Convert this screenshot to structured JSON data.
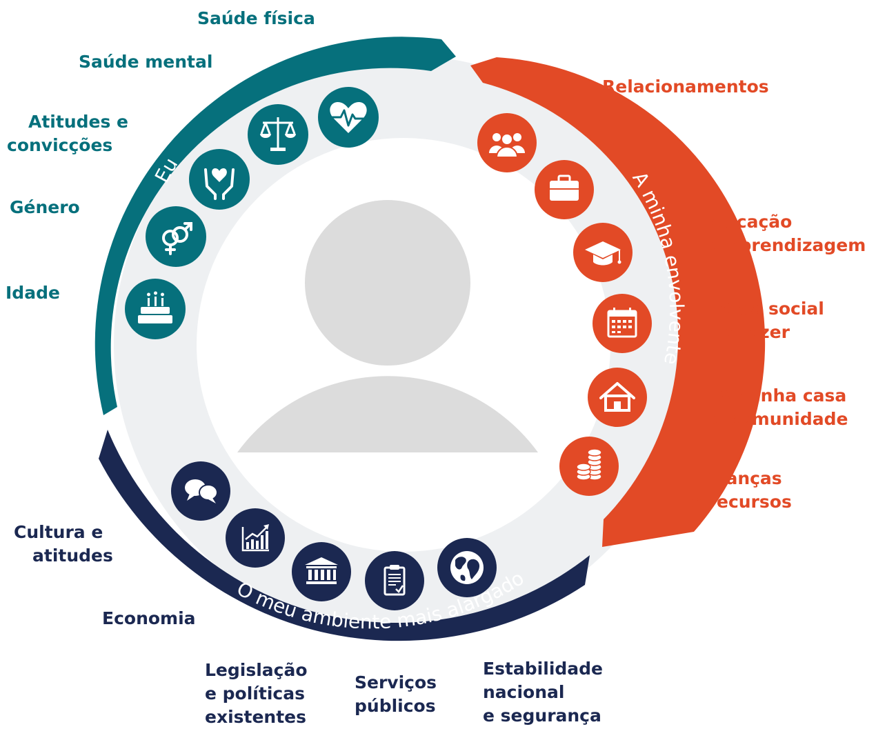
{
  "colors": {
    "eu": "#06707c",
    "surroundings": "#e24a26",
    "environment": "#1b2851",
    "ring_background": "#eef0f2",
    "center_background": "#ffffff",
    "person": "#dcdcdc"
  },
  "arc_titles": {
    "eu": "Eu",
    "surroundings": "A minha envolvente",
    "environment": "O meu ambiente mais alargado"
  },
  "labels": {
    "saude_fisica": "Saúde física",
    "saude_mental": "Saúde mental",
    "atitudes": [
      "Atitudes e",
      "convicções"
    ],
    "genero": "Género",
    "idade": "Idade",
    "relacionamentos": "Relacionamentos",
    "educacao": [
      "Educação",
      "e aprendizagem"
    ],
    "vida_social": [
      "Vida social",
      "e lazer"
    ],
    "casa": [
      "A minha casa",
      "e comunidade"
    ],
    "financas": [
      "Finanças",
      "e recursos"
    ],
    "cultura": [
      "Cultura e",
      "atitudes"
    ],
    "economia": "Economia",
    "legislacao": [
      "Legislação",
      "e políticas",
      "existentes"
    ],
    "servicos": [
      "Serviços",
      "públicos"
    ],
    "estabilidade": [
      "Estabilidade",
      "nacional",
      "e segurança"
    ]
  },
  "icons": {
    "eu": [
      "heart-pulse-icon",
      "scales-icon",
      "hands-heart-icon",
      "gender-icon",
      "birthday-cake-icon"
    ],
    "surroundings": [
      "people-group-icon",
      "briefcase-icon",
      "graduation-cap-icon",
      "calendar-icon",
      "house-icon",
      "coins-icon"
    ],
    "environment": [
      "speech-bubbles-icon",
      "growth-chart-icon",
      "institution-building-icon",
      "clipboard-icon",
      "globe-icon"
    ]
  }
}
